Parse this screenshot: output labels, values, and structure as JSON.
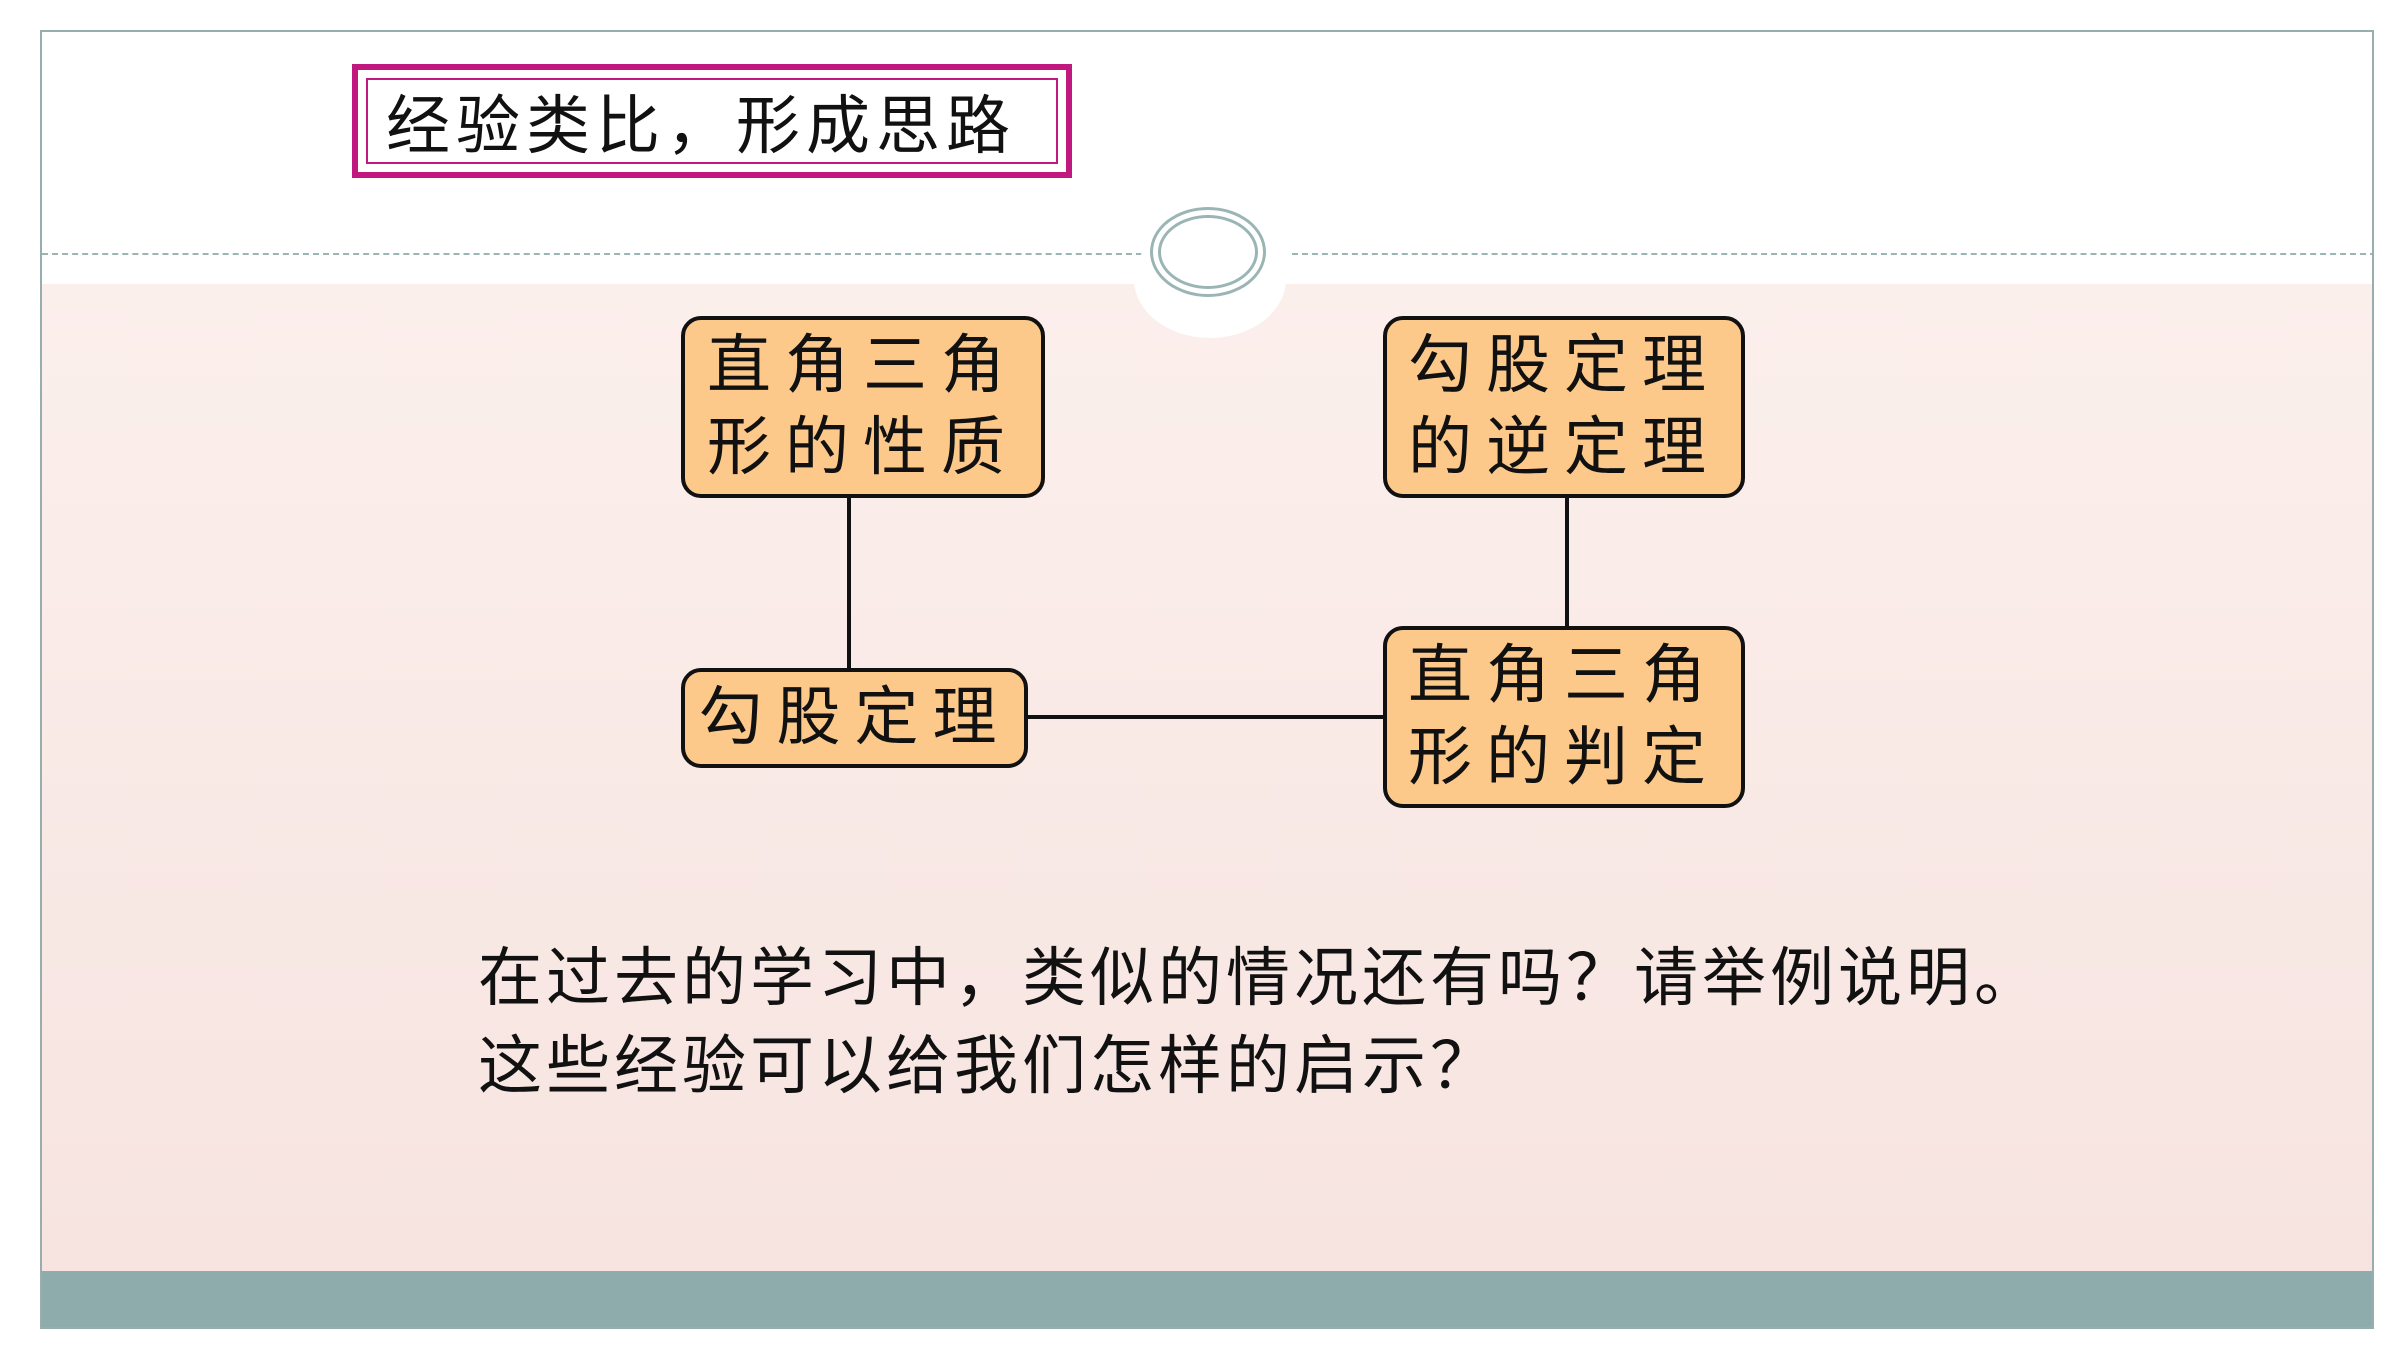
{
  "title": "经验类比，形成思路",
  "nodes": {
    "properties": "直角三角形的性质",
    "pythagorean": "勾股定理",
    "converse": "勾股定理的逆定理",
    "criterion": "直角三角形的判定"
  },
  "question": {
    "line1": "在过去的学习中，类似的情况还有吗？请举例说明。",
    "line2": "这些经验可以给我们怎样的启示？"
  },
  "colors": {
    "title_border": "#c0187f",
    "node_fill": "#fcc98a",
    "footer_band": "#8eacac",
    "body_background": "#f7e4e0"
  }
}
